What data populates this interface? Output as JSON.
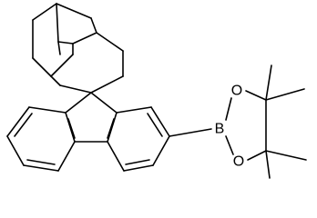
{
  "structure": {
    "atoms": {
      "boron": "B",
      "oxygen_top": "O",
      "oxygen_bottom": "O"
    },
    "colors": {
      "bond": "#000000",
      "background": "#ffffff"
    }
  }
}
